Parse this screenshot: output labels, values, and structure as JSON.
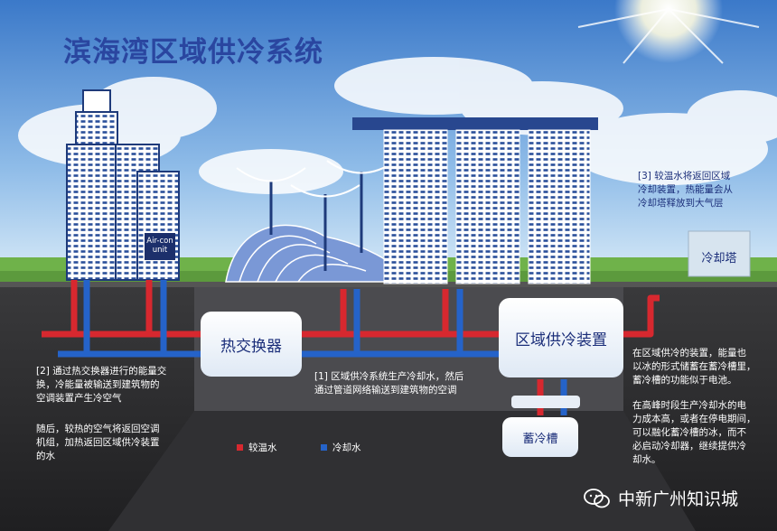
{
  "title": "滨海湾区域供冷系统",
  "building_label": "Air-con\nunit",
  "cooling_tower_label": "冷却塔",
  "heat_exchanger_label": "热交换器",
  "plant_label": "区域供冷装置",
  "storage_label": "蓄冷槽",
  "note_3": "[3] 较温水将返回区域\n冷却装置，热能量会从\n冷却塔释放到大气层",
  "note_2a": "[2] 通过热交换器进行的能量交\n换，冷能量被输送到建筑物的\n空调装置产生冷空气",
  "note_2b": "随后，较热的空气将返回空调\n机组，加热返回区域供冷装置\n的水",
  "note_1": "[1] 区域供冷系统生产冷却水，然后\n通过管道网络输送到建筑物的空调",
  "note_storage": "在区域供冷的装置，能量也\n以冰的形式储蓄在蓄冷槽里，\n蓄冷槽的功能似于电池。",
  "note_peak": "在高峰时段生产冷却水的电\n力成本高，或者在停电期间，\n可以融化蓄冷槽的冰，而不\n必启动冷却器，继续提供冷\n却水。",
  "legend": [
    {
      "label": "较温水",
      "color": "#d7282f"
    },
    {
      "label": "冷却水",
      "color": "#2563c9"
    }
  ],
  "watermark": "中新广州知识城",
  "colors": {
    "title": "#2a46a0",
    "warm_pipe": "#d7282f",
    "cool_pipe": "#2563c9",
    "underground": "#2b2b2d",
    "tunnel": "#4a4a4e",
    "grass": "#6fb24a",
    "sky_top": "#3f7fce",
    "building": "#ffffff",
    "building_accent": "#28478f"
  }
}
